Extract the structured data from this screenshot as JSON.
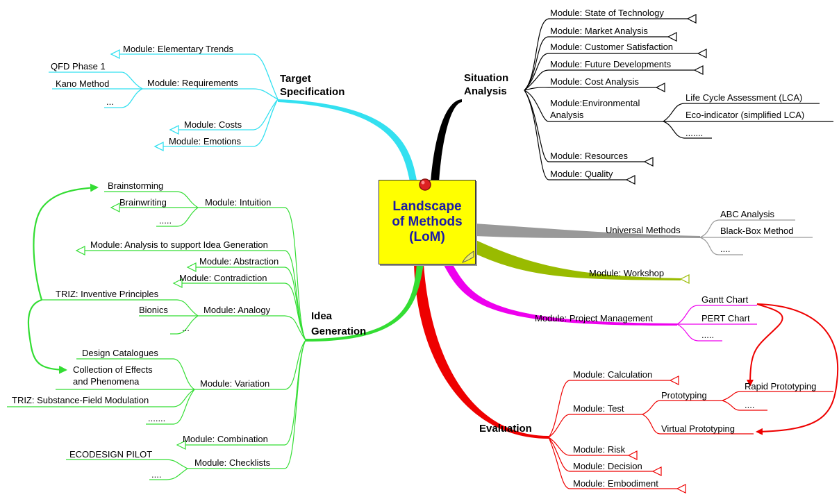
{
  "center": {
    "lines": [
      "Landscape",
      "of Methods",
      "(LoM)"
    ]
  },
  "colors": {
    "target": "#33e0f0",
    "situation": "#000000",
    "universal": "#999999",
    "workshop": "#99bb00",
    "project": "#ee00ee",
    "evaluation": "#ee0000",
    "idea": "#33dd33",
    "center_note": "#ffff00",
    "center_text": "#1a1aa8"
  },
  "branches": {
    "target": {
      "title_lines": [
        "Target",
        "Specification"
      ],
      "modules": [
        "Module: Elementary Trends",
        "Module: Requirements",
        "Module: Costs",
        "Module: Emotions"
      ],
      "requirements_children": [
        "QFD Phase 1",
        "Kano Method",
        "..."
      ]
    },
    "situation": {
      "title_lines": [
        "Situation",
        "Analysis"
      ],
      "modules": [
        "Module: State of Technology",
        "Module: Market Analysis",
        "Module: Customer Satisfaction",
        "Module: Future Developments",
        "Module: Cost Analysis"
      ],
      "env_lines": [
        "Module:Environmental",
        "Analysis"
      ],
      "env_children": [
        "Life Cycle Assessment (LCA)",
        "Eco-indicator (simplified LCA)",
        "......."
      ],
      "modules2": [
        "Module: Resources",
        "Module: Quality"
      ]
    },
    "universal": {
      "label": "Universal Methods",
      "children": [
        "ABC Analysis",
        "Black-Box Method",
        "...."
      ]
    },
    "workshop": {
      "label": "Module: Workshop"
    },
    "project": {
      "label": "Module: Project Management",
      "children": [
        "Gantt Chart",
        "PERT Chart",
        "....."
      ]
    },
    "evaluation": {
      "title": "Evaluation",
      "calc": "Module: Calculation",
      "test": "Module: Test",
      "prototyping": "Prototyping",
      "proto_children": [
        "Rapid Prototyping",
        "...."
      ],
      "virtual": "Virtual Prototyping",
      "others": [
        "Module: Risk",
        "Module: Decision",
        "Module: Embodiment"
      ]
    },
    "idea": {
      "title_lines": [
        "Idea",
        "Generation"
      ],
      "intuition": "Module: Intuition",
      "intuition_children": [
        "Brainstorming",
        "Brainwriting",
        "....."
      ],
      "analysis": "Module: Analysis to support Idea Generation",
      "abstraction": "Module: Abstraction",
      "contradiction": "Module: Contradiction",
      "analogy": "Module: Analogy",
      "analogy_children": [
        "TRIZ: Inventive Principles",
        "Bionics",
        "..."
      ],
      "variation": "Module: Variation",
      "variation_children": [
        "Design Catalogues",
        "Collection of Effects",
        "and Phenomena",
        "TRIZ: Substance-Field Modulation",
        "......."
      ],
      "combination": "Module: Combination",
      "checklists": "Module: Checklists",
      "checklists_children": [
        "ECODESIGN PILOT",
        "...."
      ]
    }
  }
}
